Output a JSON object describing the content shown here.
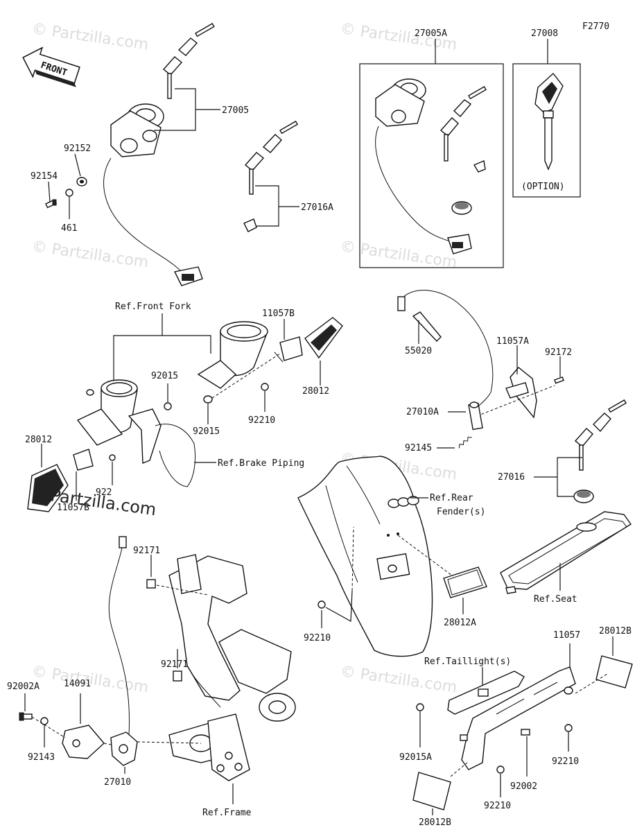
{
  "figure_code": "F2770",
  "front_badge": "FRONT",
  "watermark": "© Partzilla.com",
  "watermark_center": "Partzilla.com",
  "labels": {
    "p27005": "27005",
    "p27005A": "27005A",
    "p27008": "27008",
    "option": "(OPTION)",
    "p92152": "92152",
    "p92154": "92154",
    "p461": "461",
    "p27016A": "27016A",
    "ref_front_fork": "Ref.Front Fork",
    "p11057B_top": "11057B",
    "p28012_right": "28012",
    "p92015_a": "92015",
    "p92015_b": "92015",
    "p92210_a": "92210",
    "p28012_left": "28012",
    "p11057B_bot": "11057B",
    "p922_partial": "922",
    "ref_brake_piping": "Ref.Brake Piping",
    "p55020": "55020",
    "p11057A": "11057A",
    "p92172": "92172",
    "p27010A": "27010A",
    "p92145": "92145",
    "p27016": "27016",
    "ref_rear_fender_1": "Ref.Rear",
    "ref_rear_fender_2": "Fender(s)",
    "ref_seat": "Ref.Seat",
    "p92171_a": "92171",
    "p92171_b": "92171",
    "p92210_b": "92210",
    "p28012A": "28012A",
    "p11057": "11057",
    "p28012B_top": "28012B",
    "ref_taillight": "Ref.Taillight(s)",
    "p92002A": "92002A",
    "p14091": "14091",
    "p92143": "92143",
    "p27010": "27010",
    "ref_frame": "Ref.Frame",
    "p92015A": "92015A",
    "p92002": "92002",
    "p92210_c": "92210",
    "p92210_d": "92210",
    "p28012B_bot": "28012B"
  }
}
